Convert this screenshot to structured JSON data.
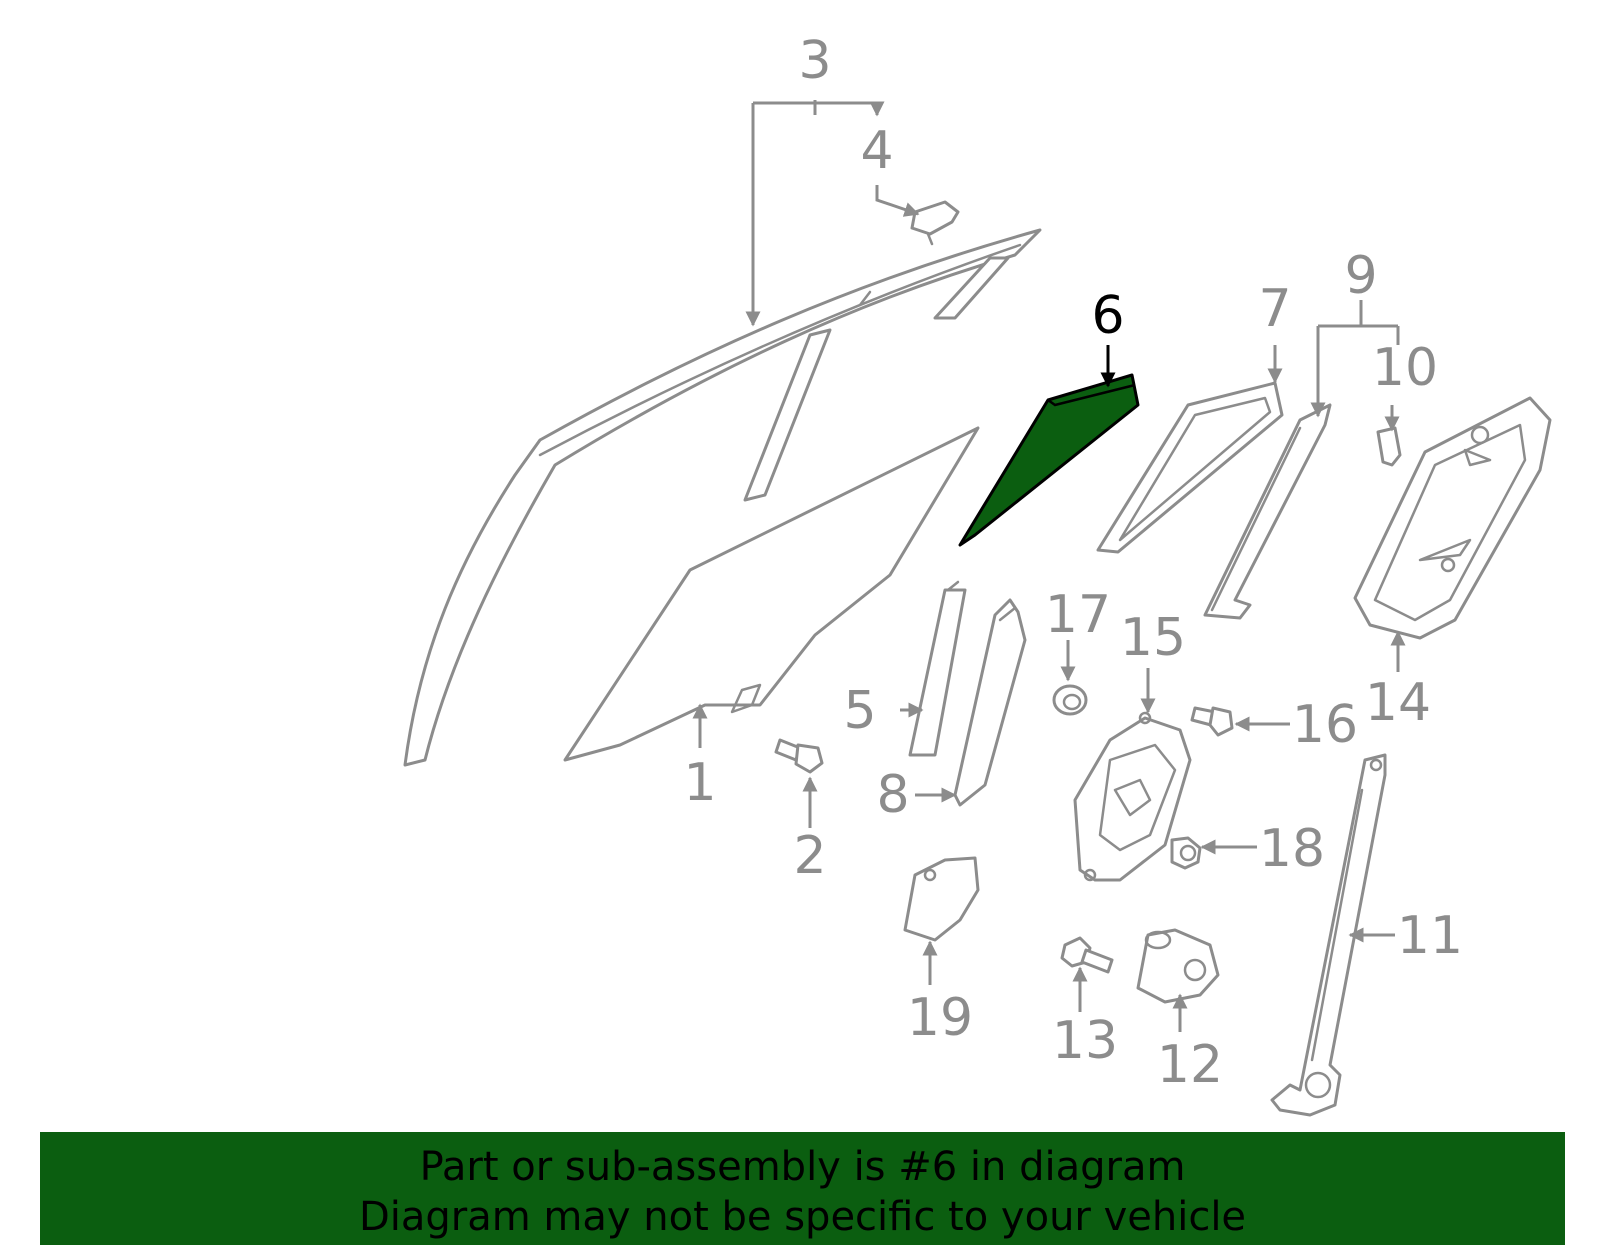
{
  "highlight_color": "#0b5e10",
  "highlighted_part": "6",
  "callouts": {
    "c1": "1",
    "c2": "2",
    "c3": "3",
    "c4": "4",
    "c5": "5",
    "c6": "6",
    "c7": "7",
    "c8": "8",
    "c9": "9",
    "c10": "10",
    "c11": "11",
    "c12": "12",
    "c13": "13",
    "c14": "14",
    "c15": "15",
    "c16": "16",
    "c17": "17",
    "c18": "18",
    "c19": "19"
  },
  "banner": {
    "line1": "Part or sub-assembly is #6 in diagram",
    "line2": "Diagram may not be specific to your vehicle"
  }
}
